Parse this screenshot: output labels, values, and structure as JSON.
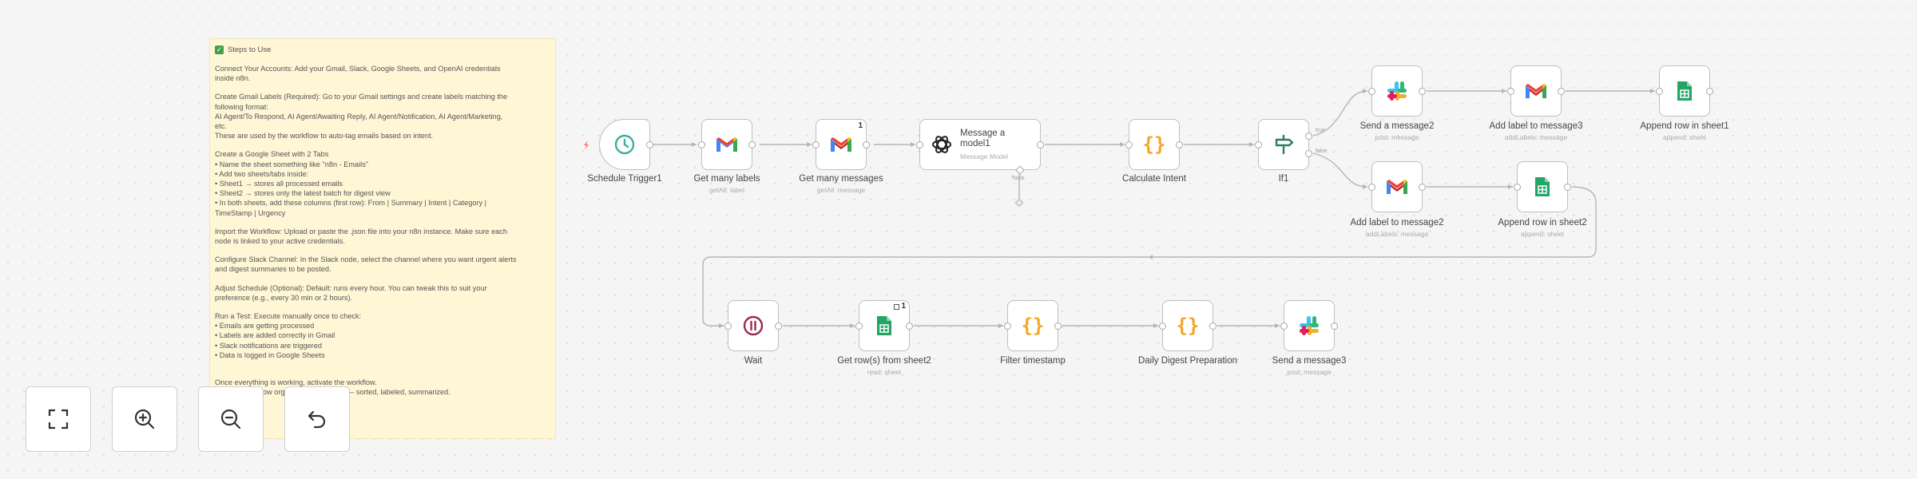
{
  "sticky_note": {
    "title": "Steps to Use",
    "lines": [
      "Connect Your Accounts: Add your Gmail, Slack, Google Sheets, and OpenAI credentials",
      "inside n8n.",
      "",
      "Create Gmail Labels (Required): Go to your Gmail settings and create labels matching the",
      "following format:",
      "AI Agent/To Respond, AI Agent/Awaiting Reply, AI Agent/Notification, AI Agent/Marketing,",
      "etc.",
      "These are used by the workflow to auto-tag emails based on intent.",
      "",
      "Create a Google Sheet with 2 Tabs",
      "• Name the sheet something like \"n8n - Emails\"",
      "• Add two sheets/tabs inside:",
      "• Sheet1 → stores all processed emails",
      "• Sheet2 → stores only the latest batch for digest view",
      "• In both sheets, add these columns (first row): From | Summary | Intent | Category |",
      "TimeStamp | Urgency",
      "",
      "Import the Workflow: Upload or paste the .json file into your n8n instance. Make sure each",
      "node is linked to your active credentials.",
      "",
      "Configure Slack Channel: In the Slack node, select the channel where you want urgent alerts",
      "and digest summaries to be posted.",
      "",
      "Adjust Schedule (Optional): Default: runs every hour. You can tweak this to suit your",
      "preference (e.g., every 30 min or 2 hours).",
      "",
      "Run a Test: Execute manually once to check:",
      "• Emails are getting processed",
      "• Labels are added correctly in Gmail",
      "• Slack notifications are triggered",
      "• Data is logged in Google Sheets",
      "",
      "",
      "Once everything is working, activate the workflow.",
      "Your inbox is now organized in real-time — sorted, labeled, summarized."
    ]
  },
  "nodes": {
    "schedule_trigger": {
      "title": "Schedule Trigger1",
      "sub": ""
    },
    "get_labels": {
      "title": "Get many labels",
      "sub": "getAll: label"
    },
    "get_messages": {
      "title": "Get many messages",
      "sub": "getAll: message",
      "badge": "1"
    },
    "message_model": {
      "title_line1": "Message a",
      "title_line2": "model1",
      "sub": "Message Model",
      "tools_label": "Tools"
    },
    "calculate_intent": {
      "title": "Calculate Intent",
      "sub": ""
    },
    "if1": {
      "title": "If1",
      "sub": "",
      "true_label": "true",
      "false_label": "false"
    },
    "send_message2": {
      "title": "Send a message2",
      "sub": "post: message"
    },
    "add_label3": {
      "title": "Add label to message3",
      "sub": "addLabels: message"
    },
    "append_sheet1": {
      "title": "Append row in sheet1",
      "sub": "append: sheet"
    },
    "add_label2": {
      "title": "Add label to message2",
      "sub": "addLabels: message"
    },
    "append_sheet2": {
      "title": "Append row in sheet2",
      "sub": "append: sheet"
    },
    "wait": {
      "title": "Wait",
      "sub": ""
    },
    "get_rows": {
      "title": "Get row(s) from sheet2",
      "sub": "read: sheet",
      "badge": "1"
    },
    "filter_timestamp": {
      "title": "Filter timestamp",
      "sub": ""
    },
    "daily_digest": {
      "title": "Daily Digest Preparation",
      "sub": ""
    },
    "send_message3": {
      "title": "Send a message3",
      "sub": "post: message"
    }
  },
  "controls": {
    "fit_view": "fit-view-icon",
    "zoom_in": "zoom-in-icon",
    "zoom_out": "zoom-out-icon",
    "reset": "undo-icon"
  },
  "colors": {
    "gmail_red": "#EA4335",
    "gmail_blue": "#4285F4",
    "gmail_yellow": "#FBBC04",
    "gmail_green": "#34A853",
    "sheets_green": "#23A566",
    "code_orange": "#F5A623",
    "if_green": "#2E7D5B",
    "trigger_teal": "#3CB09C",
    "wait_maroon": "#9C2A4C",
    "sticky_bg": "#FFF6D6"
  }
}
